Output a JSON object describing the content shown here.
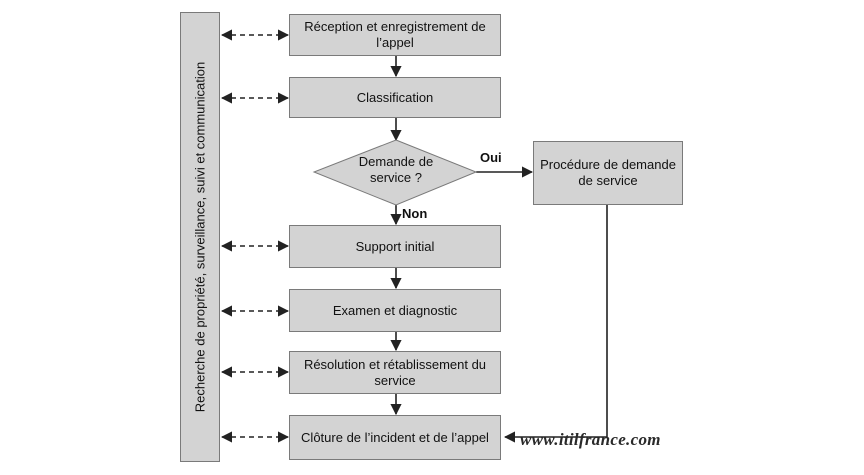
{
  "sidebar": {
    "label": "Recherche de propriété, surveillance, suivi et communication"
  },
  "steps": {
    "reception": "Réception et enregistrement de l’appel",
    "classification": "Classification",
    "decision": "Demande de service ?",
    "support": "Support initial",
    "examen": "Examen et diagnostic",
    "resolution": "Résolution et rétablissement du service",
    "cloture": "Clôture de l’incident et de l’appel",
    "procedure": "Procédure de demande de service"
  },
  "edges": {
    "yes": "Oui",
    "no": "Non"
  },
  "watermark": "www.itilfrance.com"
}
